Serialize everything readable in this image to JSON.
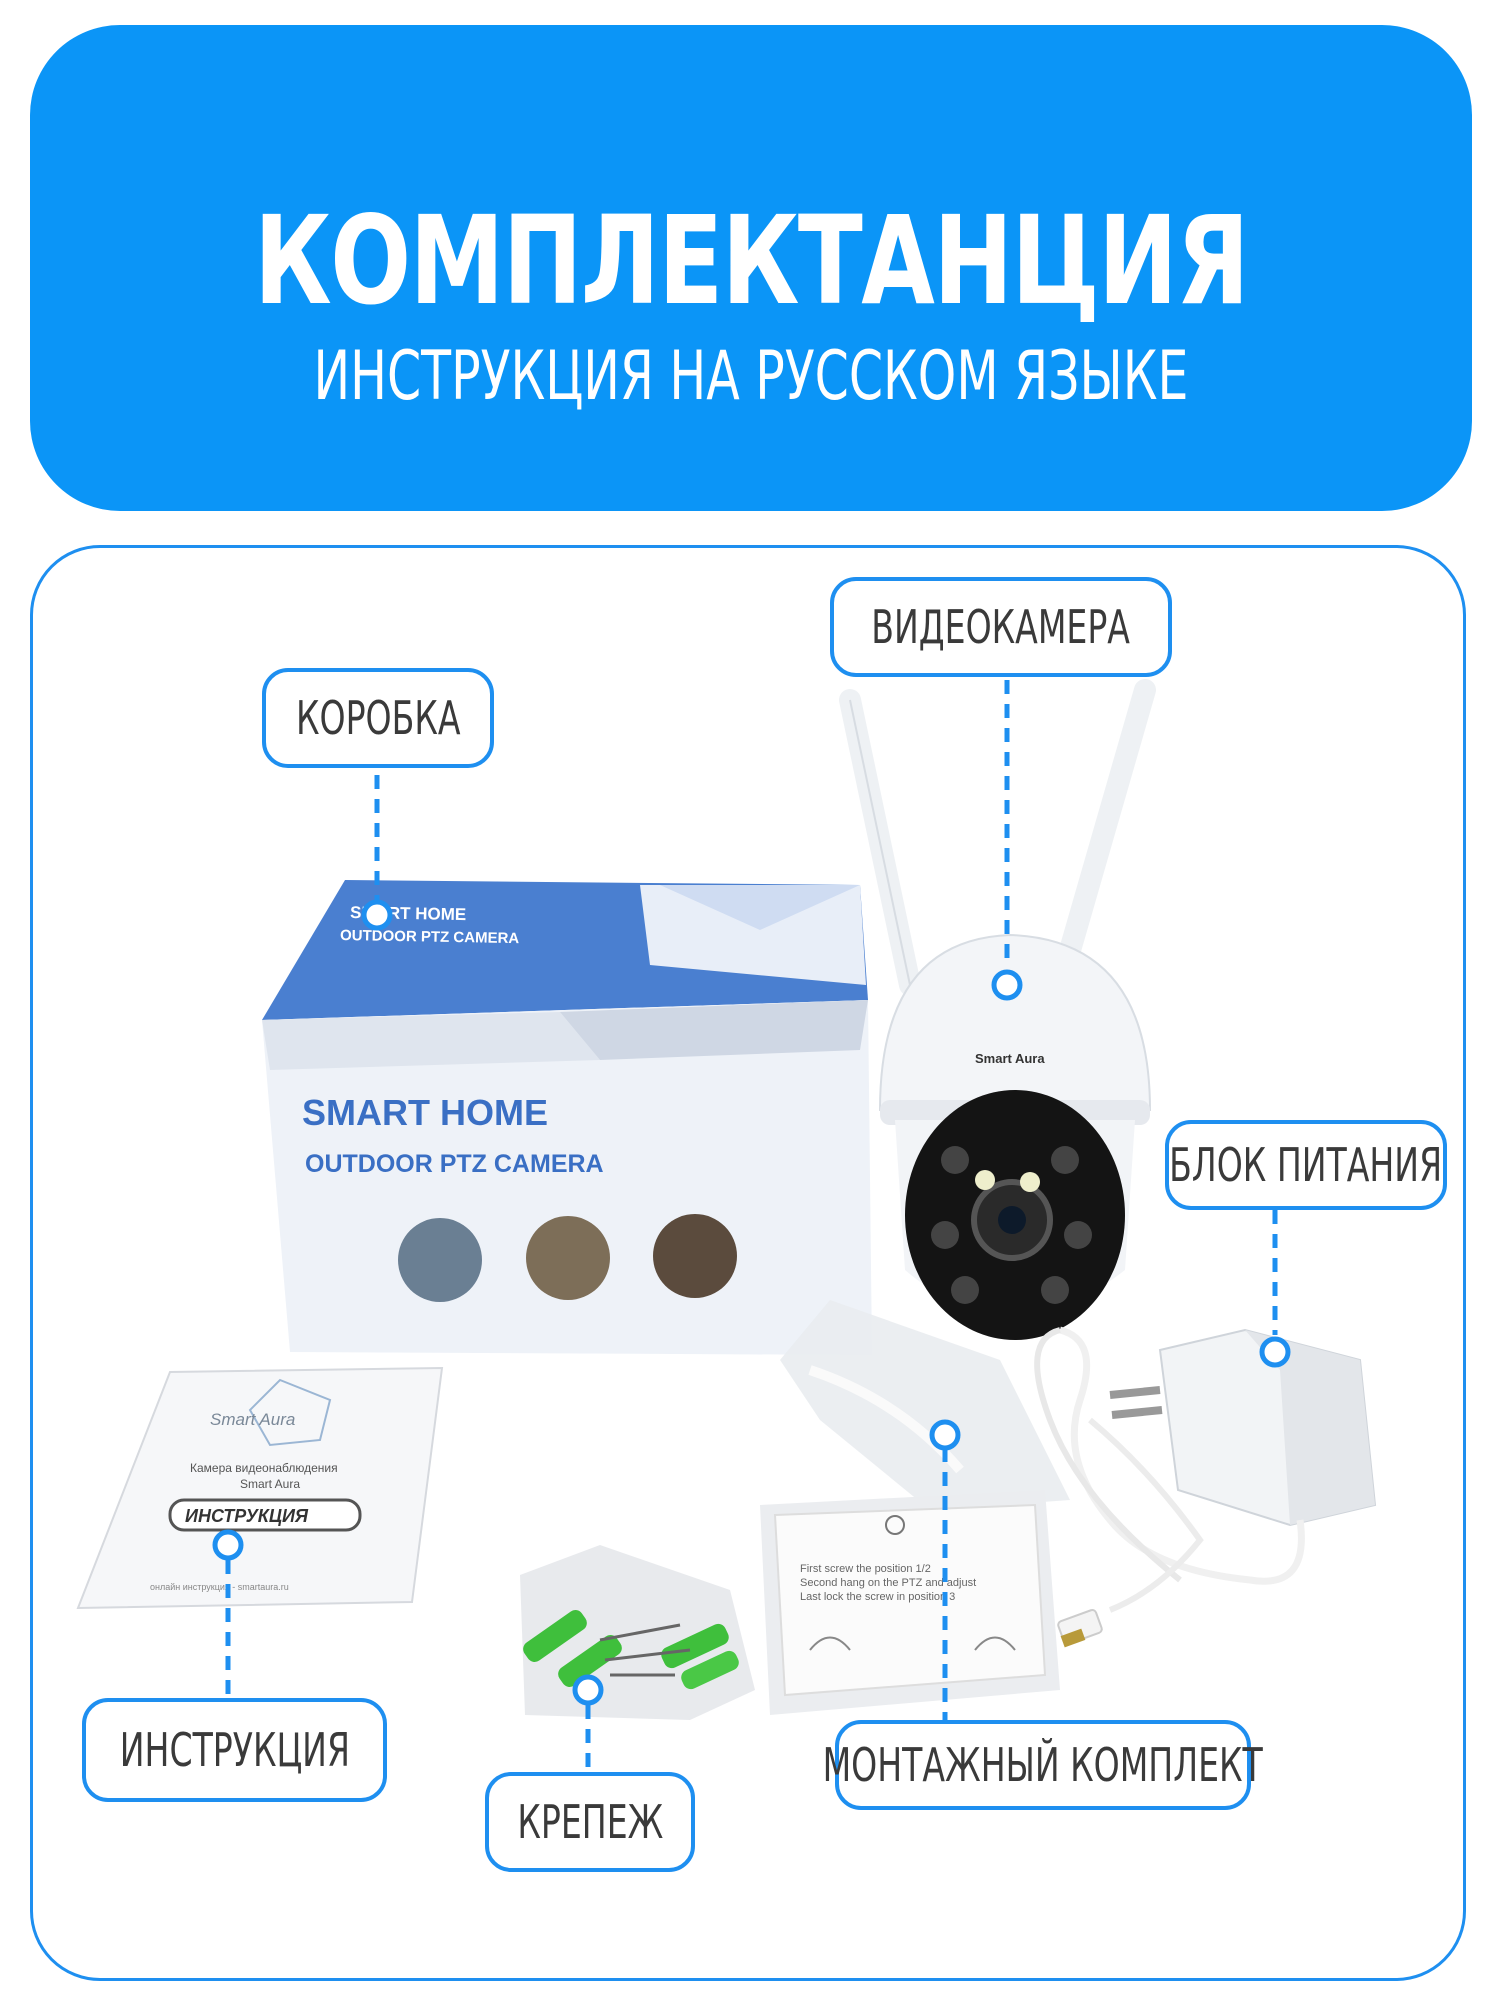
{
  "header": {
    "title": "КОМПЛЕКТАНЦИЯ",
    "subtitle": "ИНСТРУКЦИЯ НА РУССКОМ ЯЗЫКЕ"
  },
  "labels": {
    "camera": "ВИДЕОКАМЕРА",
    "box": "КОРОБКА",
    "power": "БЛОК ПИТАНИЯ",
    "manual": "ИНСТРУКЦИЯ",
    "mounting": "МОНТАЖНЫЙ КОМПЛЕКТ",
    "fasteners": "КРЕПЕЖ"
  },
  "product": {
    "box_top_line1": "SMART HOME",
    "box_top_line2": "OUTDOOR PTZ CAMERA",
    "box_front_line1": "SMART HOME",
    "box_front_line2": "OUTDOOR PTZ CAMERA",
    "camera_brand": "Smart Aura",
    "manual_brand": "Smart Aura",
    "manual_line1": "Камера видеонаблюдения",
    "manual_line2": "Smart Aura",
    "manual_button": "ИНСТРУКЦИЯ",
    "manual_footer": "онлайн инструкция - smartaura.ru",
    "card_line1": "First screw the position 1/2",
    "card_line2": "Second hang on the PTZ and adjust",
    "card_line3": "Last lock the screw in position 3"
  },
  "colors": {
    "accent": "#1e8ff0",
    "header_bg": "#0b95f7",
    "label_text": "#3a3a3a",
    "box_blue": "#3a6fc4"
  }
}
